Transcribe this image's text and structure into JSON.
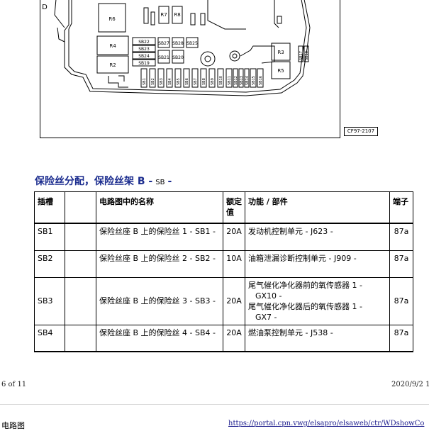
{
  "diagram": {
    "code": "CF97-2107",
    "letter_d": "D",
    "relays": {
      "r6": "R6",
      "r7": "R7",
      "r8": "R8",
      "r4": "R4",
      "r2": "R2",
      "r3": "R3",
      "r5": "R5"
    },
    "fuse_labels": {
      "sb22": "SB22",
      "sb23": "SB23",
      "sb24": "SB24",
      "sb19": "SB19",
      "sb27": "SB27",
      "sb28": "SB28",
      "sb25": "SB25",
      "sb21": "SB21",
      "sb20": "SB20",
      "sb1": "SB1",
      "sb2": "SB2",
      "sb3": "SB3",
      "sb4": "SB4",
      "sb5": "SB5",
      "sb6": "SB6",
      "sb7": "SB7",
      "sb8": "SB8",
      "sb9": "SB9",
      "sb10": "SB10",
      "sb11": "SB11",
      "sb12": "SB12",
      "sb13": "SB13",
      "sb14": "SB14",
      "sb15": "SB15",
      "sb16": "SB16",
      "sb17": "SB17",
      "sb18": "SB18"
    }
  },
  "section": {
    "title": "保险丝分配，保险丝架 B -",
    "code": "SB",
    "dash": "-"
  },
  "table": {
    "headers": {
      "slot": "插槽",
      "name": "电路图中的名称",
      "rating": "额定值",
      "function": "功能 / 部件",
      "terminal": "端子"
    },
    "rows": [
      {
        "slot": "SB1",
        "name": "保险丝座 B 上的保险丝 1 - SB1 -",
        "rating": "20A",
        "function": [
          "发动机控制单元 - J623 -"
        ],
        "terminal": "87a"
      },
      {
        "slot": "SB2",
        "name": "保险丝座 B 上的保险丝 2 - SB2 -",
        "rating": "10A",
        "function": [
          "油箱泄漏诊断控制单元 - J909 -"
        ],
        "terminal": "87a"
      },
      {
        "slot": "SB3",
        "name": "保险丝座 B 上的保险丝 3 - SB3 -",
        "rating": "20A",
        "function": [
          "尾气催化净化器前的氧传感器 1 -",
          "GX10 -",
          "尾气催化净化器后的氧传感器 1 -",
          "GX7 -"
        ],
        "terminal": "87a"
      },
      {
        "slot": "SB4",
        "name": "保险丝座 B 上的保险丝 4 - SB4 -",
        "rating": "20A",
        "function": [
          "燃油泵控制单元 - J538 -"
        ],
        "terminal": "87a"
      }
    ]
  },
  "footer": {
    "page_count": "6 of 11",
    "date": "2020/9/2 1",
    "left_label": "电路图",
    "url": "https://portal.cpn.vwg/elsapro/elsaweb/ctr/WDshowCo"
  }
}
